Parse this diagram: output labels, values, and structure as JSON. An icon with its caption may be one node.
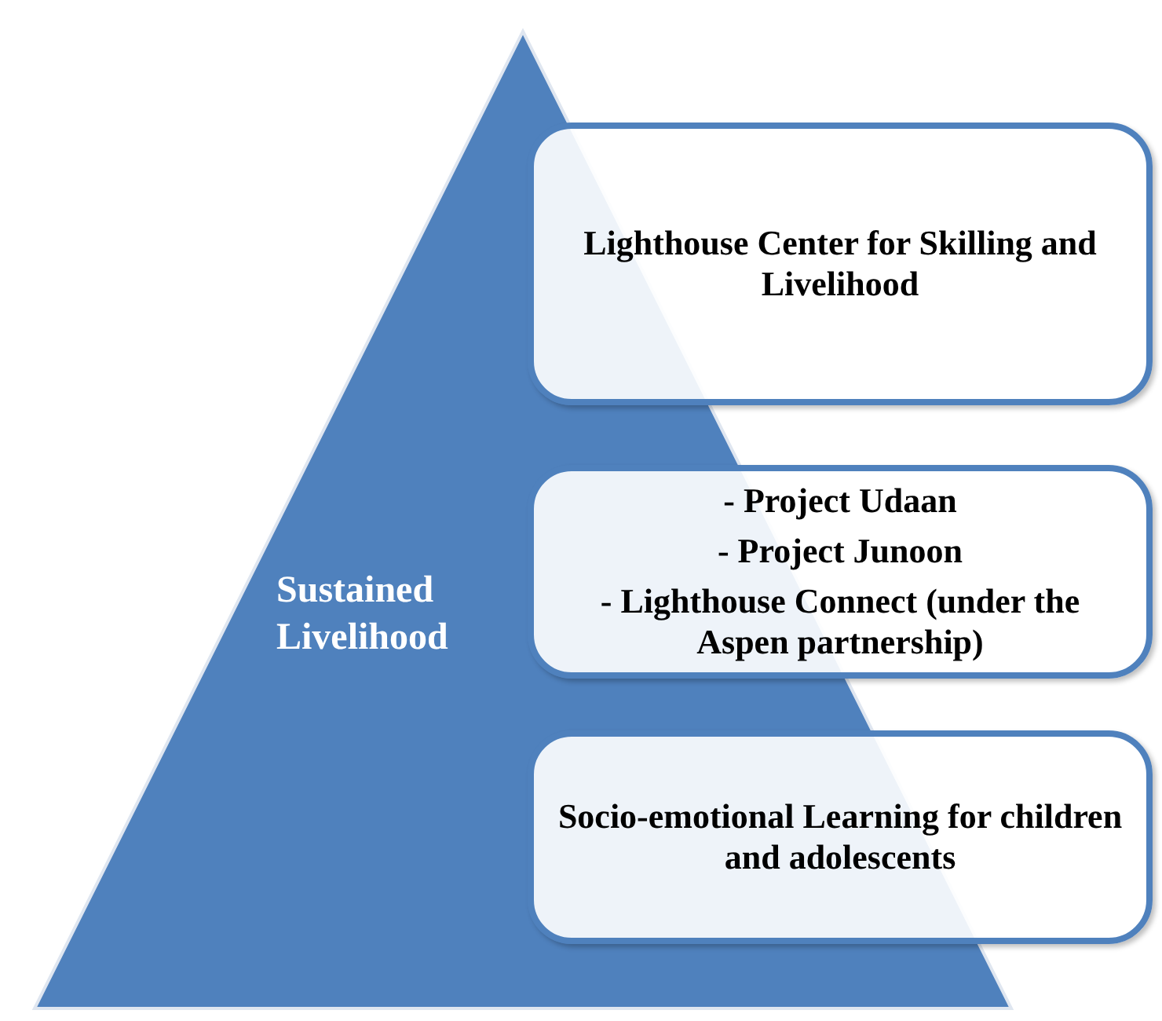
{
  "diagram": {
    "nodes": [
      {
        "text": [
          "Sustained Livelihood"
        ]
      },
      {
        "text": [
          "Lighthouse Center for Skilling and Livelihood"
        ]
      },
      {
        "text": [
          "- Project Udaan",
          "- Project Junoon",
          "- Lighthouse Connect (under the Aspen partnership)"
        ]
      },
      {
        "text": [
          "Socio-emotional Learning for children and adolescents"
        ]
      }
    ]
  }
}
